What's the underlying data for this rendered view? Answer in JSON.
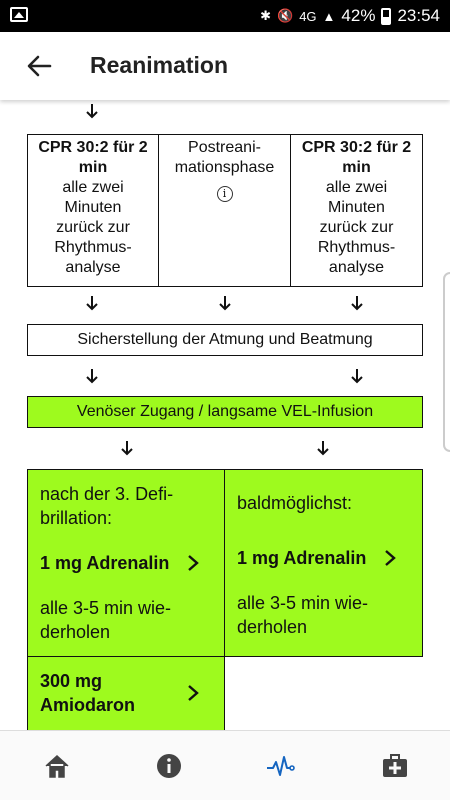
{
  "status_bar": {
    "network": "4G",
    "battery": "42%",
    "time": "23:54"
  },
  "header": {
    "title": "Reanimation"
  },
  "flow": {
    "cpr_left": {
      "bold": "CPR 30:2 für 2 min",
      "text": "alle zwei Minuten zurück zur Rhythmus-analyse"
    },
    "post": {
      "text": "Postreani-mationsphase"
    },
    "cpr_right": {
      "bold": "CPR 30:2 für 2 min",
      "text": "alle zwei Minuten zurück zur Rhythmus-analyse"
    },
    "breathing": "Sicherstellung der Atmung und Beatmung",
    "access": "Venöser Zugang / langsame VEL-Infusion",
    "left_drugs": {
      "intro": "nach der 3. Defi-brillation:",
      "drug": "1 mg Adrenalin",
      "repeat": "alle 3-5 min wie-derholen"
    },
    "right_drugs": {
      "intro": "baldmöglichst:",
      "drug": "1 mg Adrenalin",
      "repeat": "alle 3-5 min wie-derholen"
    },
    "amiodaron": "300 mg Amiodaron"
  },
  "nav": {
    "items": [
      "home-icon",
      "info-icon",
      "heartbeat-icon",
      "first-aid-kit-icon"
    ],
    "active_color": "#1565c0",
    "inactive_color": "#444444"
  },
  "colors": {
    "accent_green": "#9efa1e"
  }
}
